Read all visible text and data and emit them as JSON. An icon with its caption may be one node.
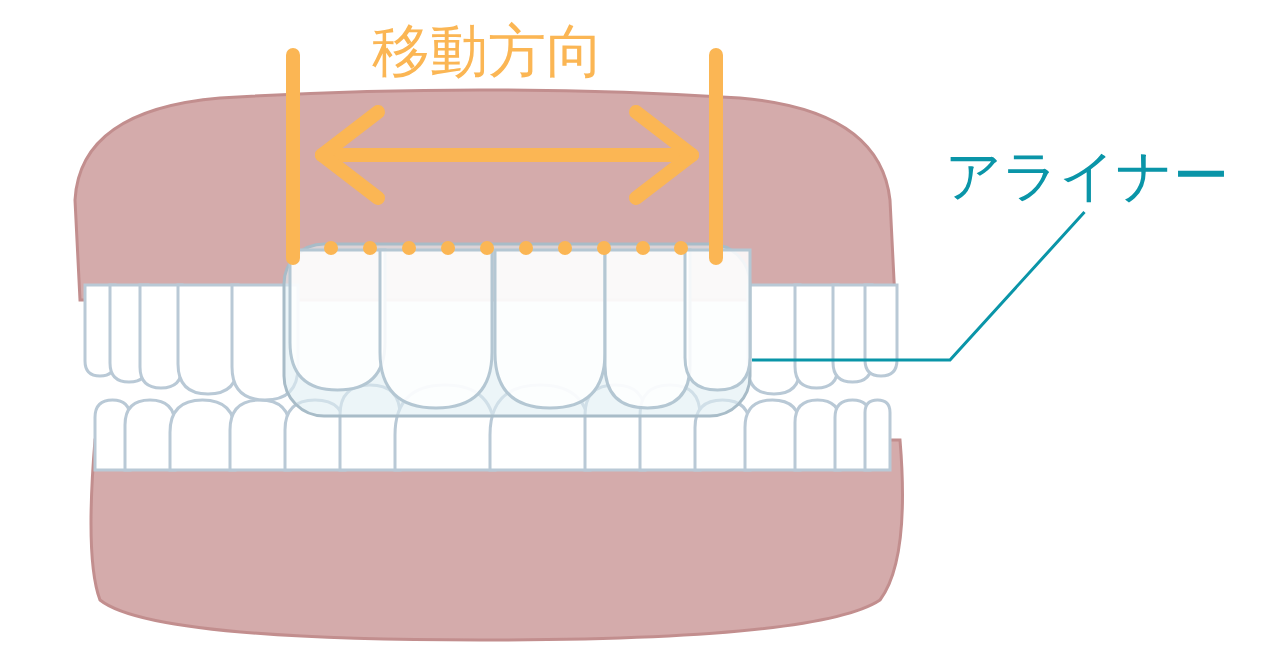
{
  "diagram": {
    "nodes": [
      {
        "text": [
          "アライナー"
        ]
      },
      {
        "text": [],
        "shape": "picture"
      }
    ],
    "edges": [
      {
        "from": 0,
        "to": 1,
        "arrow": "none"
      }
    ],
    "labels": [
      "移動方向"
    ]
  }
}
